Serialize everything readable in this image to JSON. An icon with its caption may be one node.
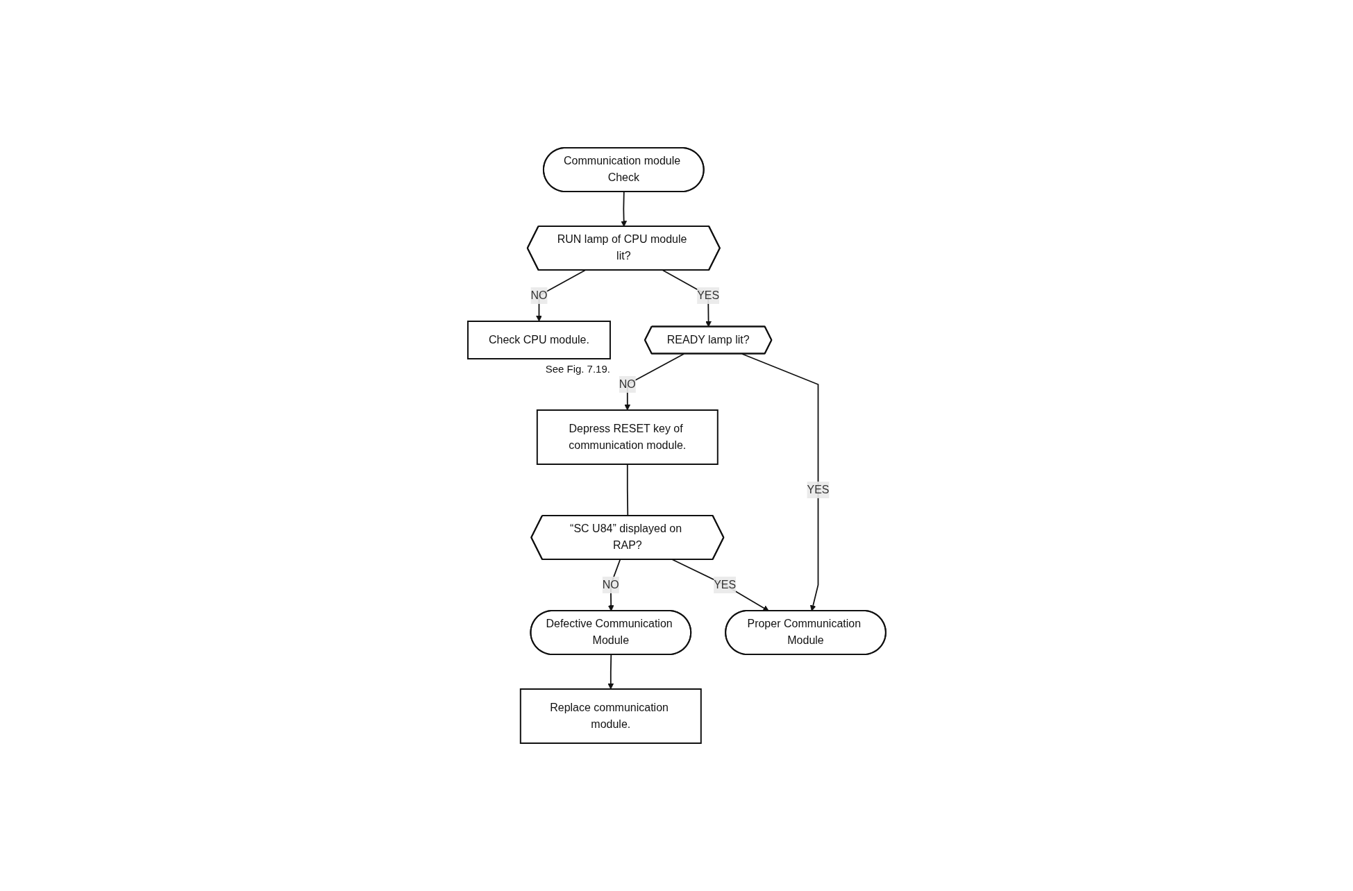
{
  "diagram": {
    "nodes": [
      {
        "text": [
          "Communication module Check"
        ]
      },
      {
        "text": [
          "RUN lamp of CPU module lit?"
        ]
      },
      {
        "text": [
          "Check CPU module."
        ],
        "beside": [
          "See Fig. 7.19."
        ]
      },
      {
        "text": [
          "READY lamp lit?"
        ]
      },
      {
        "text": [
          "Depress RESET key of communication module."
        ]
      },
      {
        "text": [
          "“SC U84” displayed on RAP?"
        ]
      },
      {
        "text": [
          "Defective Communication Module"
        ]
      },
      {
        "text": [
          "Replace communication module."
        ]
      },
      {
        "text": [
          "Proper Communication Module"
        ]
      }
    ],
    "edges": [
      {
        "from": 0,
        "to": 1,
        "arrow": "to"
      },
      {
        "from": 1,
        "to": 2,
        "arrow": "to",
        "label": "NO"
      },
      {
        "from": 1,
        "to": 3,
        "arrow": "to",
        "label": "YES"
      },
      {
        "from": 3,
        "to": 8,
        "arrow": "to",
        "label": "YES"
      },
      {
        "from": 3,
        "to": 4,
        "arrow": "to",
        "label": "NO"
      },
      {
        "from": 4,
        "to": 5,
        "arrow": "none"
      },
      {
        "from": 5,
        "to": 6,
        "arrow": "to",
        "label": "NO"
      },
      {
        "from": 5,
        "to": 8,
        "arrow": "to",
        "label": "YES"
      },
      {
        "from": 6,
        "to": 7,
        "arrow": "to"
      }
    ]
  }
}
